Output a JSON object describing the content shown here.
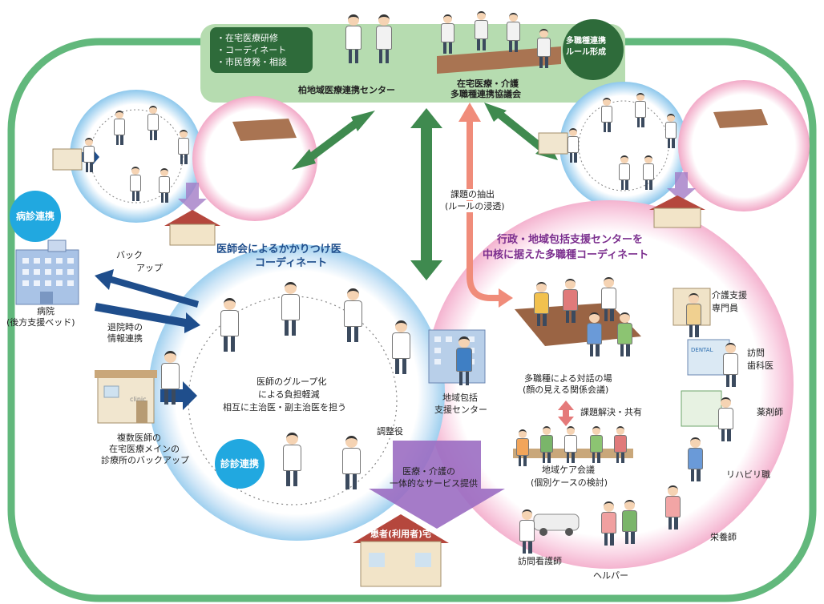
{
  "top_box": {
    "items": [
      "・在宅医療研修",
      "・コーディネート",
      "・市民啓発・相談"
    ],
    "center_label": "柏地域医療連携センター",
    "council_label_1": "在宅医療・介護",
    "council_label_2": "多職種連携協議会",
    "rule_badge_1": "多職種連携",
    "rule_badge_2": "ルール形成"
  },
  "left": {
    "hospital_badge": "病診連携",
    "backup_1": "バック",
    "backup_2": "アップ",
    "hospital_1": "病院",
    "hospital_2": "(後方支援ベッド)",
    "discharge_1": "退院時の",
    "discharge_2": "情報連携",
    "clinic_1": "複数医師の",
    "clinic_2": "在宅医療メインの",
    "clinic_3": "診療所のバックアップ",
    "clinic_sign": "clinic"
  },
  "doctor_circle": {
    "title_1": "医師会によるかかりつけ医",
    "title_2": "コーディネート",
    "group_1": "医師のグループ化",
    "group_2": "による負担軽減",
    "group_3": "相互に主治医・副主治医を担う",
    "coordinator": "調整役",
    "badge": "診診連携"
  },
  "center": {
    "extract_1": "課題の抽出",
    "extract_2": "(ルールの浸透)",
    "service_1": "医療・介護の",
    "service_2": "一体的なサービス提供",
    "home": "患者(利用者)宅"
  },
  "pink_circle": {
    "title_1": "行政・地域包括支援センターを",
    "title_2": "中核に据えた多職種コーディネート",
    "support_center_1": "地域包括",
    "support_center_2": "支援センター",
    "dialogue_1": "多職種による対話の場",
    "dialogue_2": "(顔の見える関係会議)",
    "solve": "課題解決・共有",
    "care_1": "地域ケア会議",
    "care_2": "(個別ケースの検討)"
  },
  "right": {
    "care_manager_1": "介護支援",
    "care_manager_2": "専門員",
    "dental_1": "訪問",
    "dental_2": "歯科医",
    "dental_sign": "DENTAL",
    "pharmacist": "薬剤師",
    "rehab": "リハビリ職",
    "nutrition": "栄養師",
    "nurse": "訪問看護師",
    "helper": "ヘルパー"
  },
  "colors": {
    "green": "#5fb97a",
    "dark_green": "#2e6b3a",
    "blue": "#4a9ad8",
    "pink": "#e57aa8",
    "purple": "#7b2e8e",
    "navy": "#1f4e8c",
    "badge_blue": "#21a8e0"
  }
}
